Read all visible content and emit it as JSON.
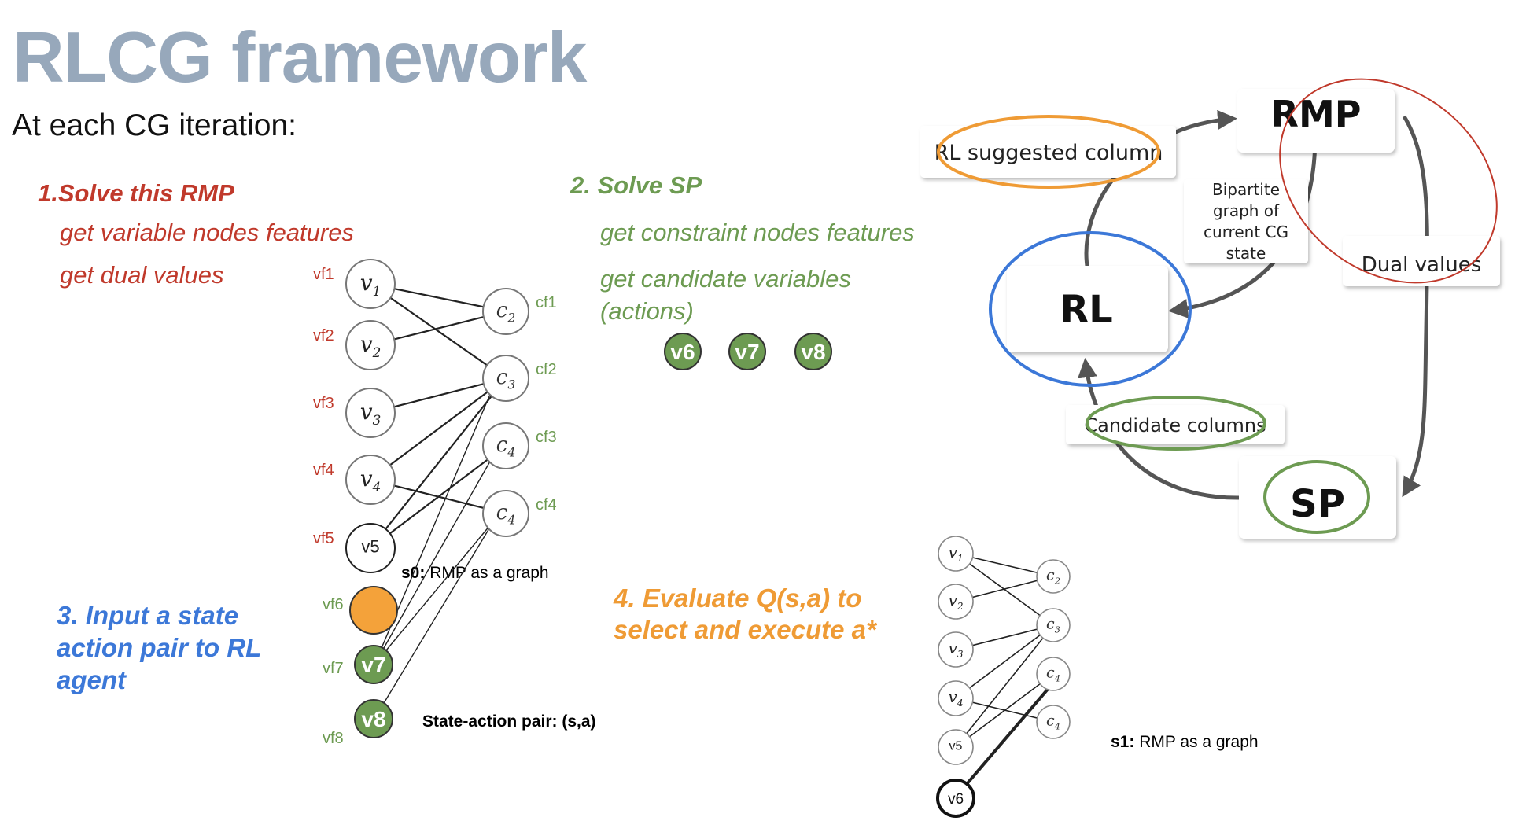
{
  "title": "RLCG framework",
  "subtitle": "At each CG iteration:",
  "steps": {
    "s1": {
      "title": "1.Solve this RMP",
      "line1": "get variable nodes features",
      "line2": "get dual values"
    },
    "s2": {
      "title": "2. Solve SP",
      "line1": "get constraint nodes features",
      "line2a": "get candidate variables",
      "line2b": "(actions)",
      "candidates": [
        "v6",
        "v7",
        "v8"
      ]
    },
    "s3": {
      "line1": "3. Input a state",
      "line2": "action pair to RL",
      "line3": "agent"
    },
    "s4": {
      "line1": "4. Evaluate Q(s,a) to",
      "line2": "select and execute a*"
    }
  },
  "graph1": {
    "variable_nodes": [
      {
        "label": "v",
        "sub": "1",
        "feature": "vf1"
      },
      {
        "label": "v",
        "sub": "2",
        "feature": "vf2"
      },
      {
        "label": "v",
        "sub": "3",
        "feature": "vf3"
      },
      {
        "label": "v",
        "sub": "4",
        "feature": "vf4"
      },
      {
        "label": "v5",
        "feature": "vf5"
      }
    ],
    "constraint_nodes": [
      {
        "label": "c",
        "sub": "2",
        "feature": "cf1"
      },
      {
        "label": "c",
        "sub": "3",
        "feature": "cf2"
      },
      {
        "label": "c",
        "sub": "4",
        "feature": "cf3"
      },
      {
        "label": "c",
        "sub": "4",
        "feature": "cf4"
      }
    ],
    "action_nodes": [
      {
        "label": "",
        "feature": "vf6"
      },
      {
        "label": "v7",
        "feature": "vf7"
      },
      {
        "label": "v8",
        "feature": "vf8"
      }
    ],
    "caption_bold": "s0:",
    "caption_rest": " RMP as a graph",
    "pair_caption": "State-action pair: (s,a)"
  },
  "graph2": {
    "variable_nodes": [
      {
        "label": "v",
        "sub": "1"
      },
      {
        "label": "v",
        "sub": "2"
      },
      {
        "label": "v",
        "sub": "3"
      },
      {
        "label": "v",
        "sub": "4"
      },
      {
        "label": "v5"
      }
    ],
    "constraint_nodes": [
      {
        "label": "c",
        "sub": "2"
      },
      {
        "label": "c",
        "sub": "3"
      },
      {
        "label": "c",
        "sub": "4"
      },
      {
        "label": "c",
        "sub": "4"
      }
    ],
    "new_node": "v6",
    "caption_bold": "s1:",
    "caption_rest": " RMP as a graph"
  },
  "cycle": {
    "rmp": "RMP",
    "rl": "RL",
    "sp": "SP",
    "rl_suggested": "RL suggested column",
    "bipartite": [
      "Bipartite",
      "graph of",
      "current CG",
      "state"
    ],
    "dual": "Dual values",
    "candidates": "Candidate columns"
  },
  "colors": {
    "title": "#97a8bb",
    "red": "#c0392b",
    "green": "#6d9b52",
    "blue": "#3c78d8",
    "orange": "#ef9b35",
    "node_green": "#6d9b52",
    "node_orange": "#f4a23a"
  }
}
